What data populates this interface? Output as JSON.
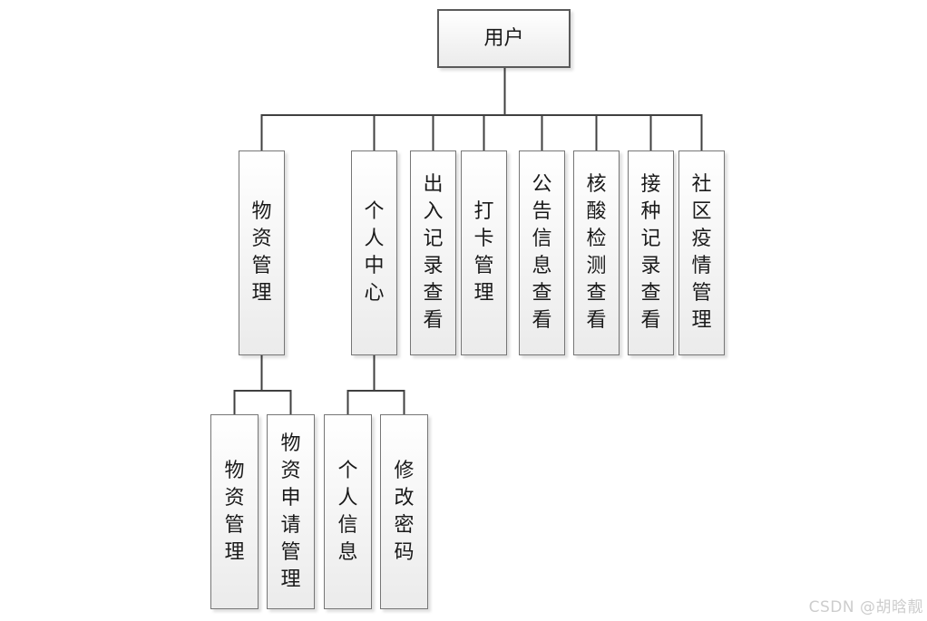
{
  "diagram": {
    "title_hint": "user function tree",
    "root": {
      "label": "用户"
    },
    "level2": [
      {
        "label": "物资管理",
        "children": [
          "物资管理",
          "物资申请管理"
        ]
      },
      {
        "label": "个人中心",
        "children": [
          "个人信息",
          "修改密码"
        ]
      },
      {
        "label": "出入记录查看",
        "children": []
      },
      {
        "label": "打卡管理",
        "children": []
      },
      {
        "label": "公告信息查看",
        "children": []
      },
      {
        "label": "核酸检测查看",
        "children": []
      },
      {
        "label": "接种记录查看",
        "children": []
      },
      {
        "label": "社区疫情管理",
        "children": []
      }
    ],
    "level3": [
      {
        "label": "物资管理",
        "parent": "物资管理"
      },
      {
        "label": "物资申请管理",
        "parent": "物资管理"
      },
      {
        "label": "个人信息",
        "parent": "个人中心"
      },
      {
        "label": "修改密码",
        "parent": "个人中心"
      }
    ]
  },
  "watermark": {
    "text": "CSDN @胡晗靓"
  },
  "colors": {
    "background": "#ffffff",
    "node_border": "#767676",
    "root_border": "#5a5a5a",
    "node_fill_top": "#ffffff",
    "node_fill_bottom": "#ebebeb",
    "connector_line": "#404040",
    "text": "#1a1a1a",
    "watermark_text": "#cdcdcd"
  }
}
